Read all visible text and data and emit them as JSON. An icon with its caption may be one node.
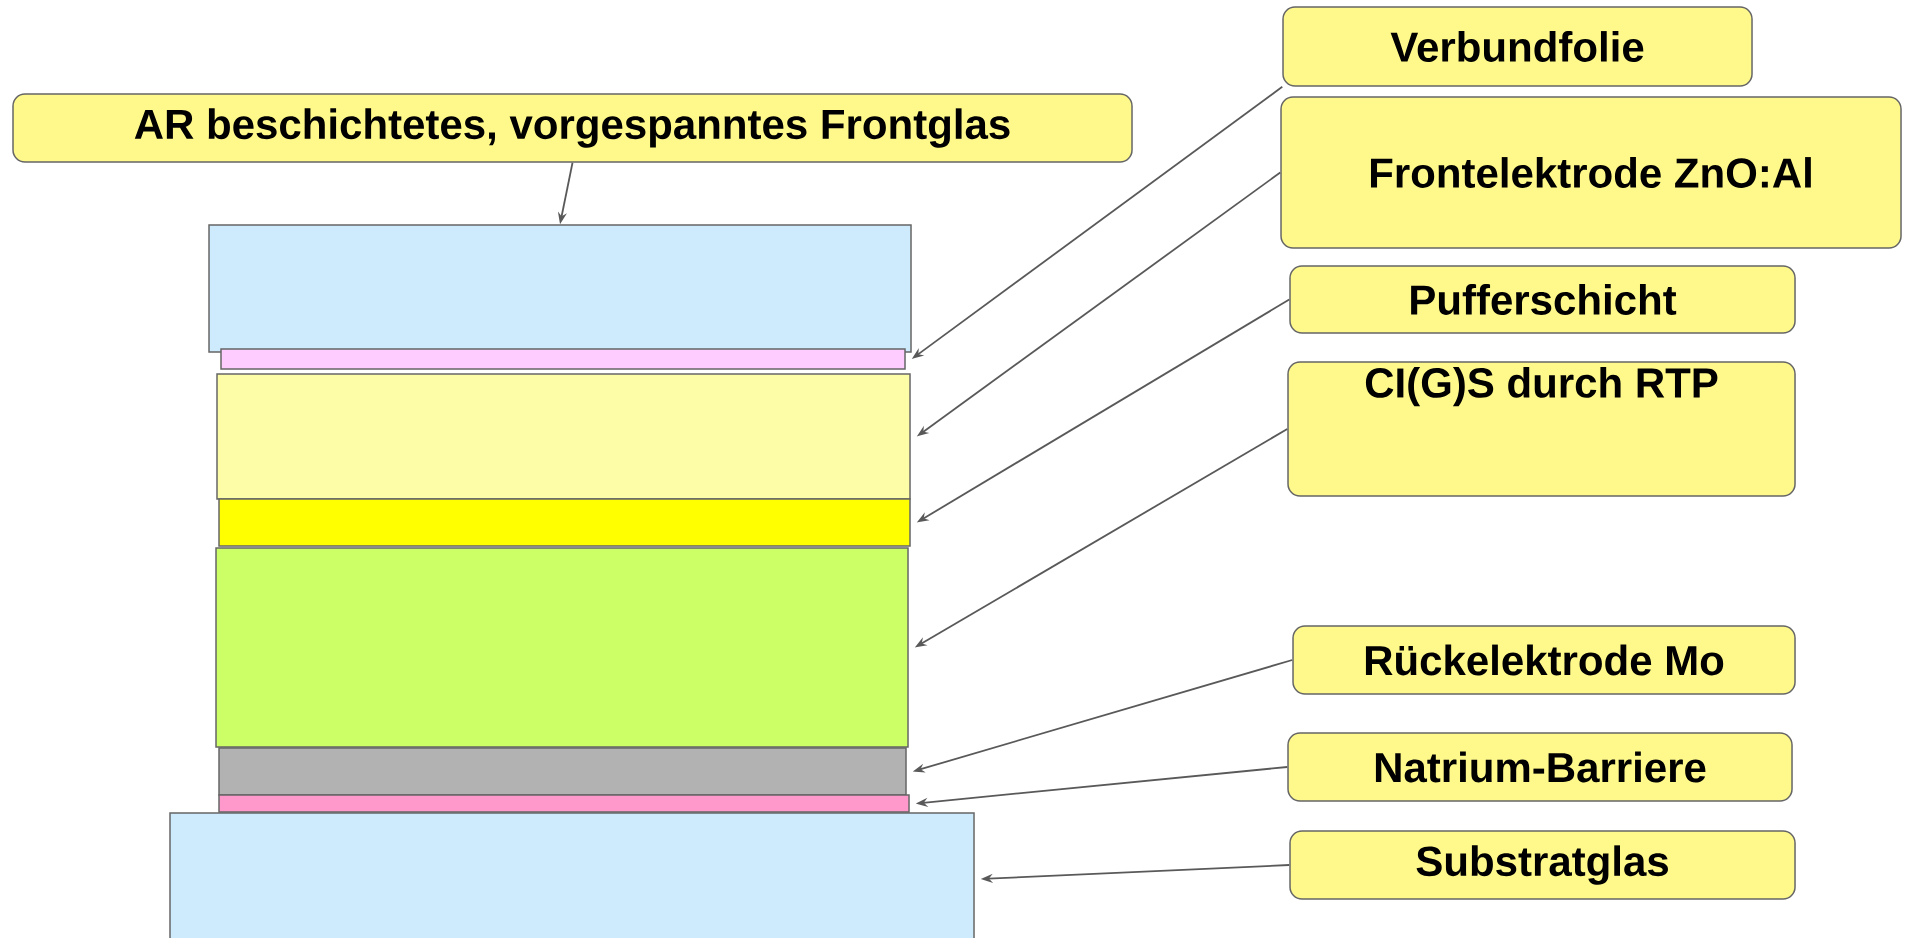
{
  "diagram": {
    "nodes": [
      {
        "text": [
          "AR beschichtetes, vorgespanntes Frontglas"
        ]
      },
      {
        "text": [
          "Verbundfolie"
        ]
      },
      {
        "text": [
          "Frontelektrode ZnO:Al"
        ]
      },
      {
        "text": [
          "Pufferschicht"
        ]
      },
      {
        "text": [
          "CI(G)S durch RTP"
        ]
      },
      {
        "text": [
          "Rückelektrode Mo"
        ]
      },
      {
        "text": [
          "Natrium-Barriere"
        ]
      },
      {
        "text": [
          "Substratglas"
        ]
      },
      {
        "text": [],
        "shape": "box"
      },
      {
        "text": [],
        "shape": "box"
      },
      {
        "text": [],
        "shape": "box"
      },
      {
        "text": [],
        "shape": "box"
      },
      {
        "text": [],
        "shape": "box"
      },
      {
        "text": [],
        "shape": "box"
      },
      {
        "text": [],
        "shape": "box"
      },
      {
        "text": [],
        "shape": "box"
      }
    ],
    "edges": [
      {
        "from": 0,
        "to": 8,
        "arrow": "to"
      },
      {
        "from": 1,
        "to": 9,
        "arrow": "to"
      },
      {
        "from": 2,
        "to": 10,
        "arrow": "to"
      },
      {
        "from": 3,
        "to": 11,
        "arrow": "to"
      },
      {
        "from": 4,
        "to": 12,
        "arrow": "to"
      },
      {
        "from": 5,
        "to": 13,
        "arrow": "to"
      },
      {
        "from": 6,
        "to": 14,
        "arrow": "to"
      },
      {
        "from": 7,
        "to": 15,
        "arrow": "to"
      }
    ]
  }
}
